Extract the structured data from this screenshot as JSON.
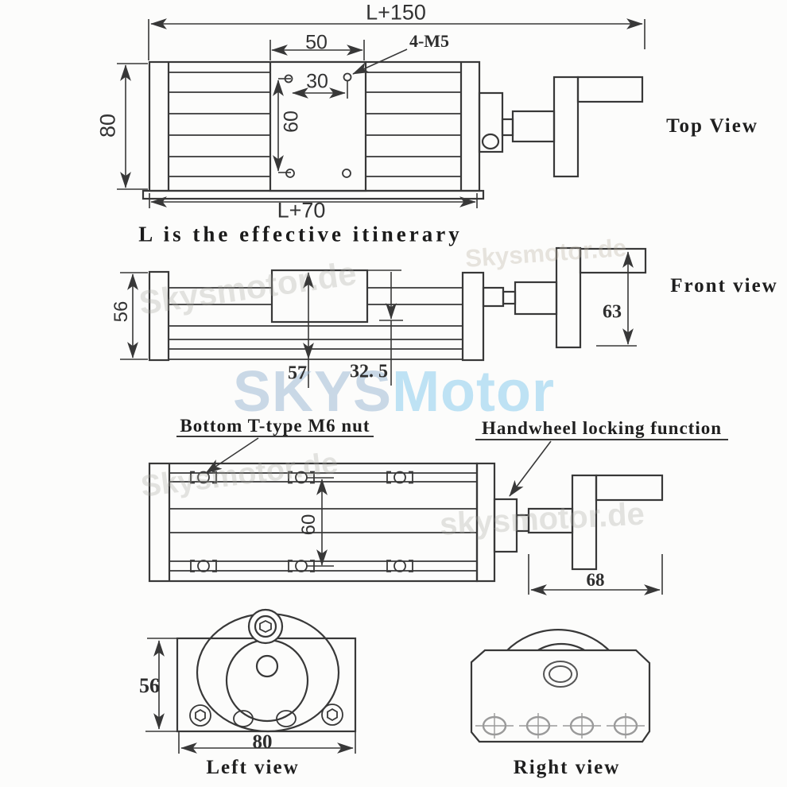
{
  "note": "L is the effective itinerary",
  "views": {
    "top": {
      "label": "Top View",
      "dims": {
        "overall_length": "L+150",
        "plate_hole_width": "50",
        "thread_callout": "4-M5",
        "hole_pitch_x": "30",
        "hole_pitch_y": "60",
        "body_width": "80",
        "rail_length": "L+70"
      }
    },
    "front": {
      "label": "Front view",
      "dims": {
        "body_height": "56",
        "overall_height": "57",
        "table_height": "32. 5",
        "handwheel_height": "63"
      }
    },
    "bottom": {
      "callouts": {
        "t_nut": "Bottom T-type M6 nut",
        "locking": "Handwheel locking function"
      },
      "dims": {
        "slot_pitch": "60",
        "handwheel_length": "68"
      }
    },
    "left": {
      "label": "Left view",
      "dims": {
        "height": "56",
        "width": "80"
      }
    },
    "right": {
      "label": "Right view"
    }
  },
  "watermarks": {
    "brand_bold_1": "SKYS",
    "brand_bold_2": "Motor",
    "ghost_small": "Skysmotor.de",
    "ghost_small_lower": "skysmotor.de"
  }
}
